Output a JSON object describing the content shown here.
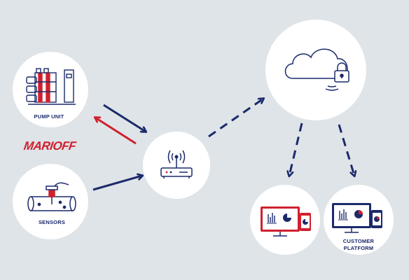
{
  "nodes": {
    "pump_unit_label": "PUMP UNIT",
    "sensors_label": "SENSORS",
    "customer_platform_label": "CUSTOMER\nPLATFORM"
  },
  "brand": {
    "logo_text": "MARIOFF"
  },
  "colors": {
    "background": "#dfe4e8",
    "circle": "#ffffff",
    "navy": "#1b2a6b",
    "red": "#d0202e"
  },
  "icons": [
    "pump-unit-icon",
    "sensor-pipe-icon",
    "wireless-router-icon",
    "cloud-lock-icon",
    "red-dashboard-devices-icon",
    "navy-dashboard-devices-icon"
  ]
}
